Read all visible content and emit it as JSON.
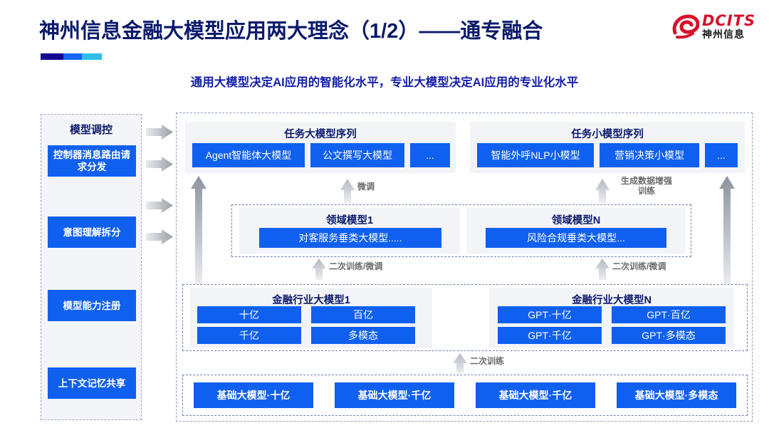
{
  "header": {
    "title": "神州信息金融大模型应用两大理念（1/2）——通专融合",
    "subtitle": "通用大模型决定AI应用的智能化水平，专业大模型决定AI应用的专业化水平",
    "logo_en": "DCITS",
    "logo_cn": "神州信息",
    "accent_dark": "#130a8f",
    "accent_blue": "#1565f5",
    "accent_cyan": "#2fc0e8",
    "brand_red": "#d8102a",
    "box_blue": "#1060f0",
    "title_navy": "#0b1a6b"
  },
  "control_panel": {
    "title": "模型调控",
    "items": [
      {
        "label": "控制器消息路由请求分发"
      },
      {
        "label": "意图理解拆分"
      },
      {
        "label": "模型能力注册"
      },
      {
        "label": "上下文记忆共享"
      }
    ]
  },
  "task_groups": [
    {
      "title": "任务大模型序列",
      "boxes": [
        "Agent智能体大模型",
        "公文撰写大模型",
        "..."
      ]
    },
    {
      "title": "任务小模型序列",
      "boxes": [
        "智能外呼NLP小模型",
        "营销决策小模型",
        "..."
      ]
    }
  ],
  "domain_groups": [
    {
      "title": "领域模型1",
      "box": "对客服务垂类大模型....."
    },
    {
      "title": "领域模型N",
      "box": "风险合规垂类大模型..."
    }
  ],
  "industry_groups": [
    {
      "title": "金融行业大模型1",
      "boxes": [
        "十亿",
        "百亿",
        "千亿",
        "多模态"
      ]
    },
    {
      "title": "金融行业大模型N",
      "boxes": [
        "GPT·十亿",
        "GPT·百亿",
        "GPT·千亿",
        "GPT·多模态"
      ]
    }
  ],
  "base_models": [
    "基础大模型·十亿",
    "基础大模型·千亿",
    "基础大模型·千亿",
    "基础大模型·多模态"
  ],
  "arrow_labels": {
    "finetune": "微调",
    "gen_data_aug_line1": "生成数据增强",
    "gen_data_aug_line2": "训练",
    "retrain_finetune_left": "二次训练/微调",
    "retrain_finetune_right": "二次训练/微调",
    "retrain": "二次训练"
  }
}
